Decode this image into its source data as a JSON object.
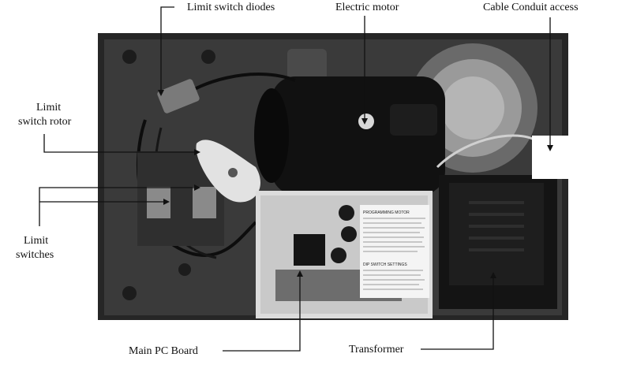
{
  "labels": {
    "limit_switch_diodes": "Limit switch diodes",
    "electric_motor": "Electric motor",
    "cable_conduit_access": "Cable Conduit access",
    "limit_switch_rotor_line1": "Limit",
    "limit_switch_rotor_line2": "switch rotor",
    "limit_switches_line1": "Limit",
    "limit_switches_line2": "switches",
    "main_pc_board": "Main PC Board",
    "transformer": "Transformer"
  },
  "board_sticker": {
    "heading": "PROGRAMMING MOTOR",
    "section2": "DIP SWITCH SETTINGS"
  },
  "colors": {
    "background": "#ffffff",
    "photo_dark": "#2b2b2b",
    "leader_line": "#111111"
  }
}
